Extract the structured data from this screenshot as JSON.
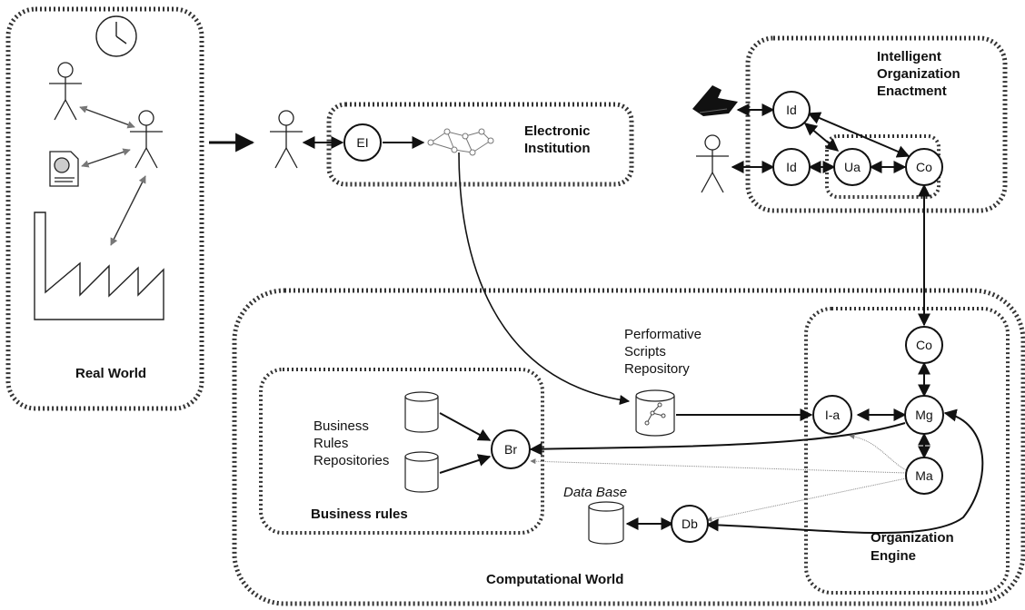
{
  "regions": {
    "real_world": "Real World",
    "electronic_institution": "Electronic\nInstitution",
    "intelligent_org": "Intelligent\nOrganization\nEnactment",
    "computational_world": "Computational World",
    "business_rules": "Business rules",
    "organization_engine": "Organization\nEngine"
  },
  "labels": {
    "performative_scripts": "Performative\nScripts\nRepository",
    "business_rules_repos": "Business\nRules\nRepositories",
    "data_base": "Data Base"
  },
  "nodes": {
    "ei": "EI",
    "id_top": "Id",
    "id_bottom": "Id",
    "ua": "Ua",
    "co_top": "Co",
    "co_engine": "Co",
    "mg": "Mg",
    "ia": "I-a",
    "ma": "Ma",
    "br": "Br",
    "db": "Db"
  },
  "icons": [
    "clock-icon",
    "person-icon",
    "document-icon",
    "factory-icon",
    "network-icon",
    "phone-icon",
    "database-icon"
  ]
}
